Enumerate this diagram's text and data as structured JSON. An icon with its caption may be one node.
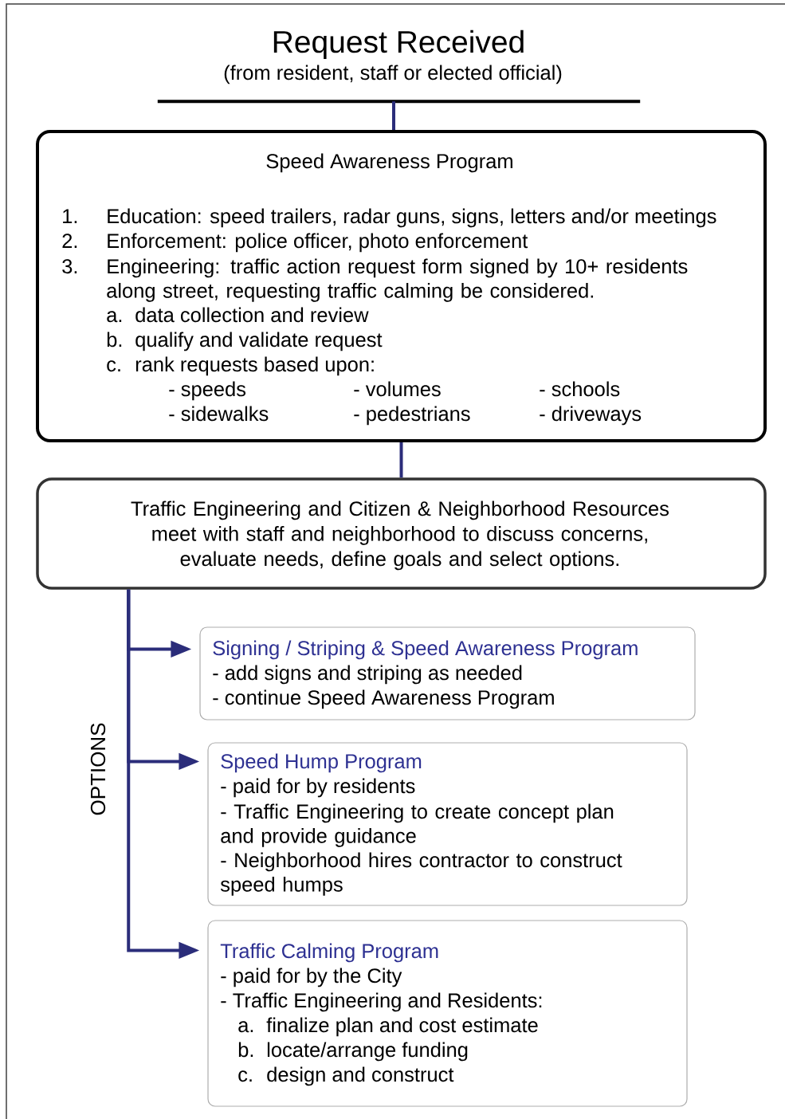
{
  "diagram": {
    "nodes": [
      {
        "text": [
          "Request Received",
          "(from resident, staff or elected official)"
        ]
      },
      {
        "text": [
          "Speed Awareness Program",
          "1.",
          "Education: speed trailers, radar guns, signs, letters and/or meetings",
          "2.",
          "Enforcement: police officer, photo enforcement",
          "3.",
          "Engineering: traffic action request form signed by 10+ residents along street, requesting traffic calming be considered.",
          "a.",
          "data collection and review",
          "b.",
          "qualify and validate request",
          "c.",
          "rank requests based upon:",
          "- speeds",
          "- volumes",
          "- schools",
          "- sidewalks",
          "- pedestrians",
          "- driveways"
        ]
      },
      {
        "text": [
          "Traffic Engineering and Citizen & Neighborhood Resources meet with staff and neighborhood to discuss concerns, evaluate needs, define goals and select options."
        ]
      },
      {
        "text": [
          "Signing / Striping & Speed Awareness Program",
          "- add signs and striping as needed",
          "- continue Speed Awareness Program"
        ]
      },
      {
        "text": [
          "Speed Hump Program",
          "- paid for by residents",
          "- Traffic Engineering to create concept plan and provide guidance",
          "- Neighborhood hires contractor to construct speed humps"
        ]
      },
      {
        "text": [
          "Traffic Calming Program",
          "- paid for by the City",
          "- Traffic Engineering and Residents:",
          "a.",
          "finalize plan and cost estimate",
          "b.",
          "locate/arrange funding",
          "c.",
          "design and construct"
        ]
      }
    ],
    "edges": [
      {
        "from": 0,
        "to": 1,
        "arrow": "none"
      },
      {
        "from": 1,
        "to": 2,
        "arrow": "none"
      },
      {
        "from": 2,
        "to": 3,
        "arrow": "to"
      },
      {
        "from": 2,
        "to": 4,
        "arrow": "to"
      },
      {
        "from": 2,
        "to": 5,
        "arrow": "to"
      }
    ],
    "labels": [
      "OPTIONS"
    ]
  }
}
